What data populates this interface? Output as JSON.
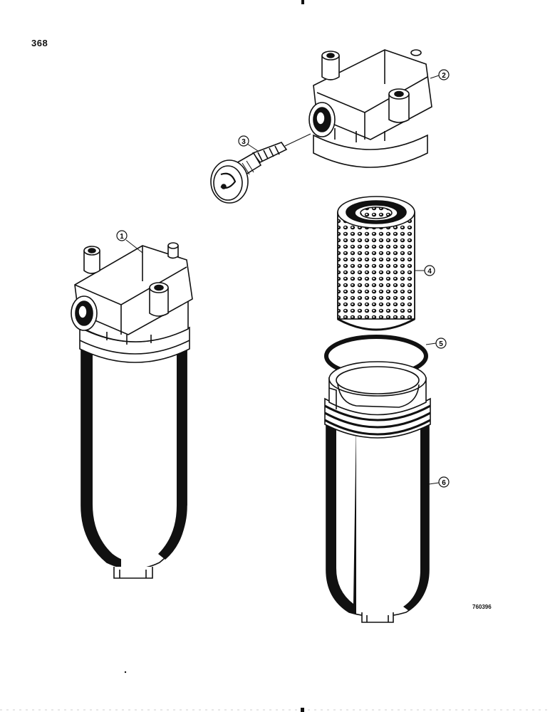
{
  "page_number": "368",
  "drawing_number": "760396",
  "callouts": [
    {
      "id": "callout-1",
      "label": "1"
    },
    {
      "id": "callout-2",
      "label": "2"
    },
    {
      "id": "callout-3",
      "label": "3"
    },
    {
      "id": "callout-4",
      "label": "4"
    },
    {
      "id": "callout-5",
      "label": "5"
    },
    {
      "id": "callout-6",
      "label": "6"
    }
  ]
}
